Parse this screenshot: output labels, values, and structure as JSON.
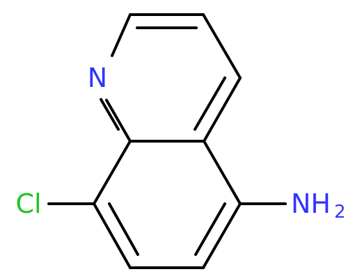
{
  "molecule": {
    "atoms": {
      "nitrogen_ring": {
        "text": "N"
      },
      "chlorine": {
        "text": "Cl"
      },
      "amine": {
        "text": "NH",
        "subscript": "2"
      }
    },
    "colors": {
      "bond": "#000000",
      "nitrogen": "#3333ff",
      "chlorine": "#22c422"
    }
  }
}
